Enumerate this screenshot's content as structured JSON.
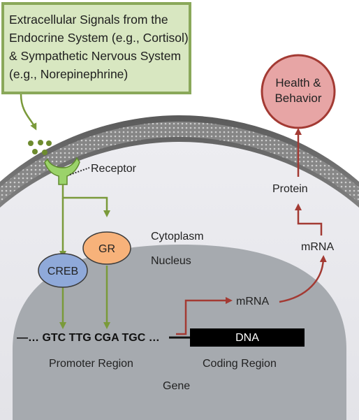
{
  "signals_box": {
    "lines": [
      "Extracellular Signals from the",
      "Endocrine System (e.g., Cortisol)",
      "& Sympathetic Nervous System",
      "(e.g., Norepinephrine)"
    ]
  },
  "labels": {
    "receptor": "Receptor",
    "cytoplasm": "Cytoplasm",
    "nucleus": "Nucleus",
    "gr": "GR",
    "creb": "CREB",
    "sequence": "—… GTC TTG CGA TGC …",
    "dna": "DNA",
    "mrna_nucleus": "mRNA",
    "mrna_cytoplasm": "mRNA",
    "protein": "Protein",
    "health_behavior_line1": "Health &",
    "health_behavior_line2": "Behavior",
    "promoter_region": "Promoter Region",
    "coding_region": "Coding Region",
    "gene": "Gene"
  },
  "colors": {
    "green_arrow": "#7a9a3a",
    "box_fill": "#d8e7c1",
    "box_border": "#8aa85a",
    "red_arrow": "#a33a33",
    "gr_fill": "#f7b27a",
    "creb_fill": "#8fa9d9",
    "health_fill": "#e7a5a5",
    "dna_fill": "#000000"
  }
}
